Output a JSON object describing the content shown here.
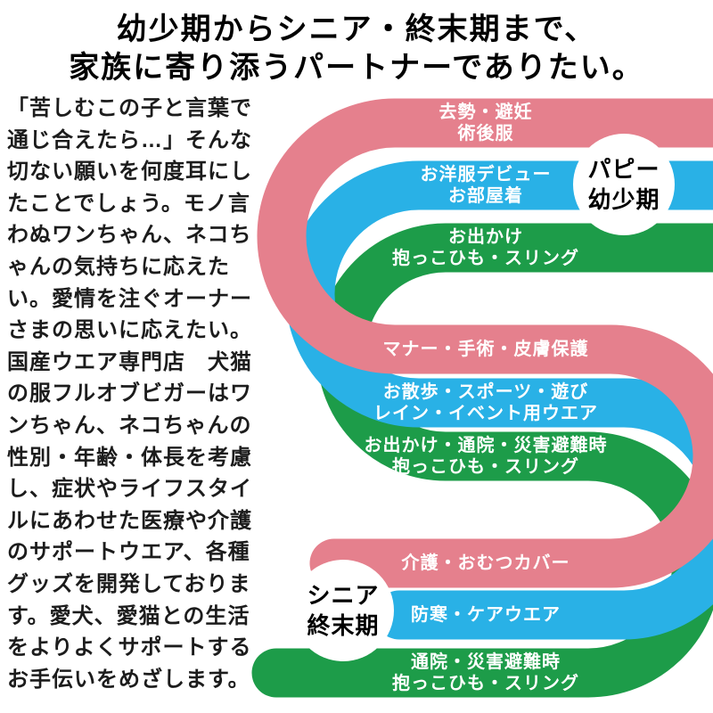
{
  "title": {
    "line1": "幼少期からシニア・終末期まで、",
    "line2": "家族に寄り添うパートナーでありたい。"
  },
  "intro": "「苦しむこの子と言葉で通じ合えたら…」そんな切ない願いを何度耳にしたことでしょう。モノ言わぬワンちゃん、ネコちゃんの気持ちに応えたい。愛情を注ぐオーナーさまの思いに応えたい。国産ウエア専門店　犬猫の服フルオブビガーはワンちゃん、ネコちゃんの性別・年齢・体長を考慮し、症状やライフスタイルにあわせた医療や介護のサポートウエア、各種グッズを開発しております。愛犬、愛猫との生活をよりよくサポートするお手伝いをめざします。",
  "colors": {
    "pink": "#e5808d",
    "blue": "#29b1e6",
    "green": "#1d9c49"
  },
  "stages": {
    "puppy": {
      "line1": "パピー",
      "line2": "幼少期"
    },
    "senior": {
      "line1": "シニア",
      "line2": "終末期"
    }
  },
  "bands": [
    {
      "name": "pink-top",
      "lines": [
        "去勢・避妊",
        "術後服"
      ]
    },
    {
      "name": "blue-top",
      "lines": [
        "お洋服デビュー",
        "お部屋着"
      ]
    },
    {
      "name": "green-top",
      "lines": [
        "お出かけ",
        "抱っこひも・スリング"
      ]
    },
    {
      "name": "pink-middle",
      "lines": [
        "マナー・手術・皮膚保護"
      ]
    },
    {
      "name": "blue-middle",
      "lines": [
        "お散歩・スポーツ・遊び",
        "レイン・イベント用ウエア"
      ]
    },
    {
      "name": "green-middle",
      "lines": [
        "お出かけ・通院・災害避難時",
        "抱っこひも・スリング"
      ]
    },
    {
      "name": "pink-bottom",
      "lines": [
        "介護・おむつカバー"
      ]
    },
    {
      "name": "blue-bottom",
      "lines": [
        "防寒・ケアウエア"
      ]
    },
    {
      "name": "green-bottom",
      "lines": [
        "通院・災害避難時",
        "抱っこひも・スリング"
      ]
    }
  ]
}
